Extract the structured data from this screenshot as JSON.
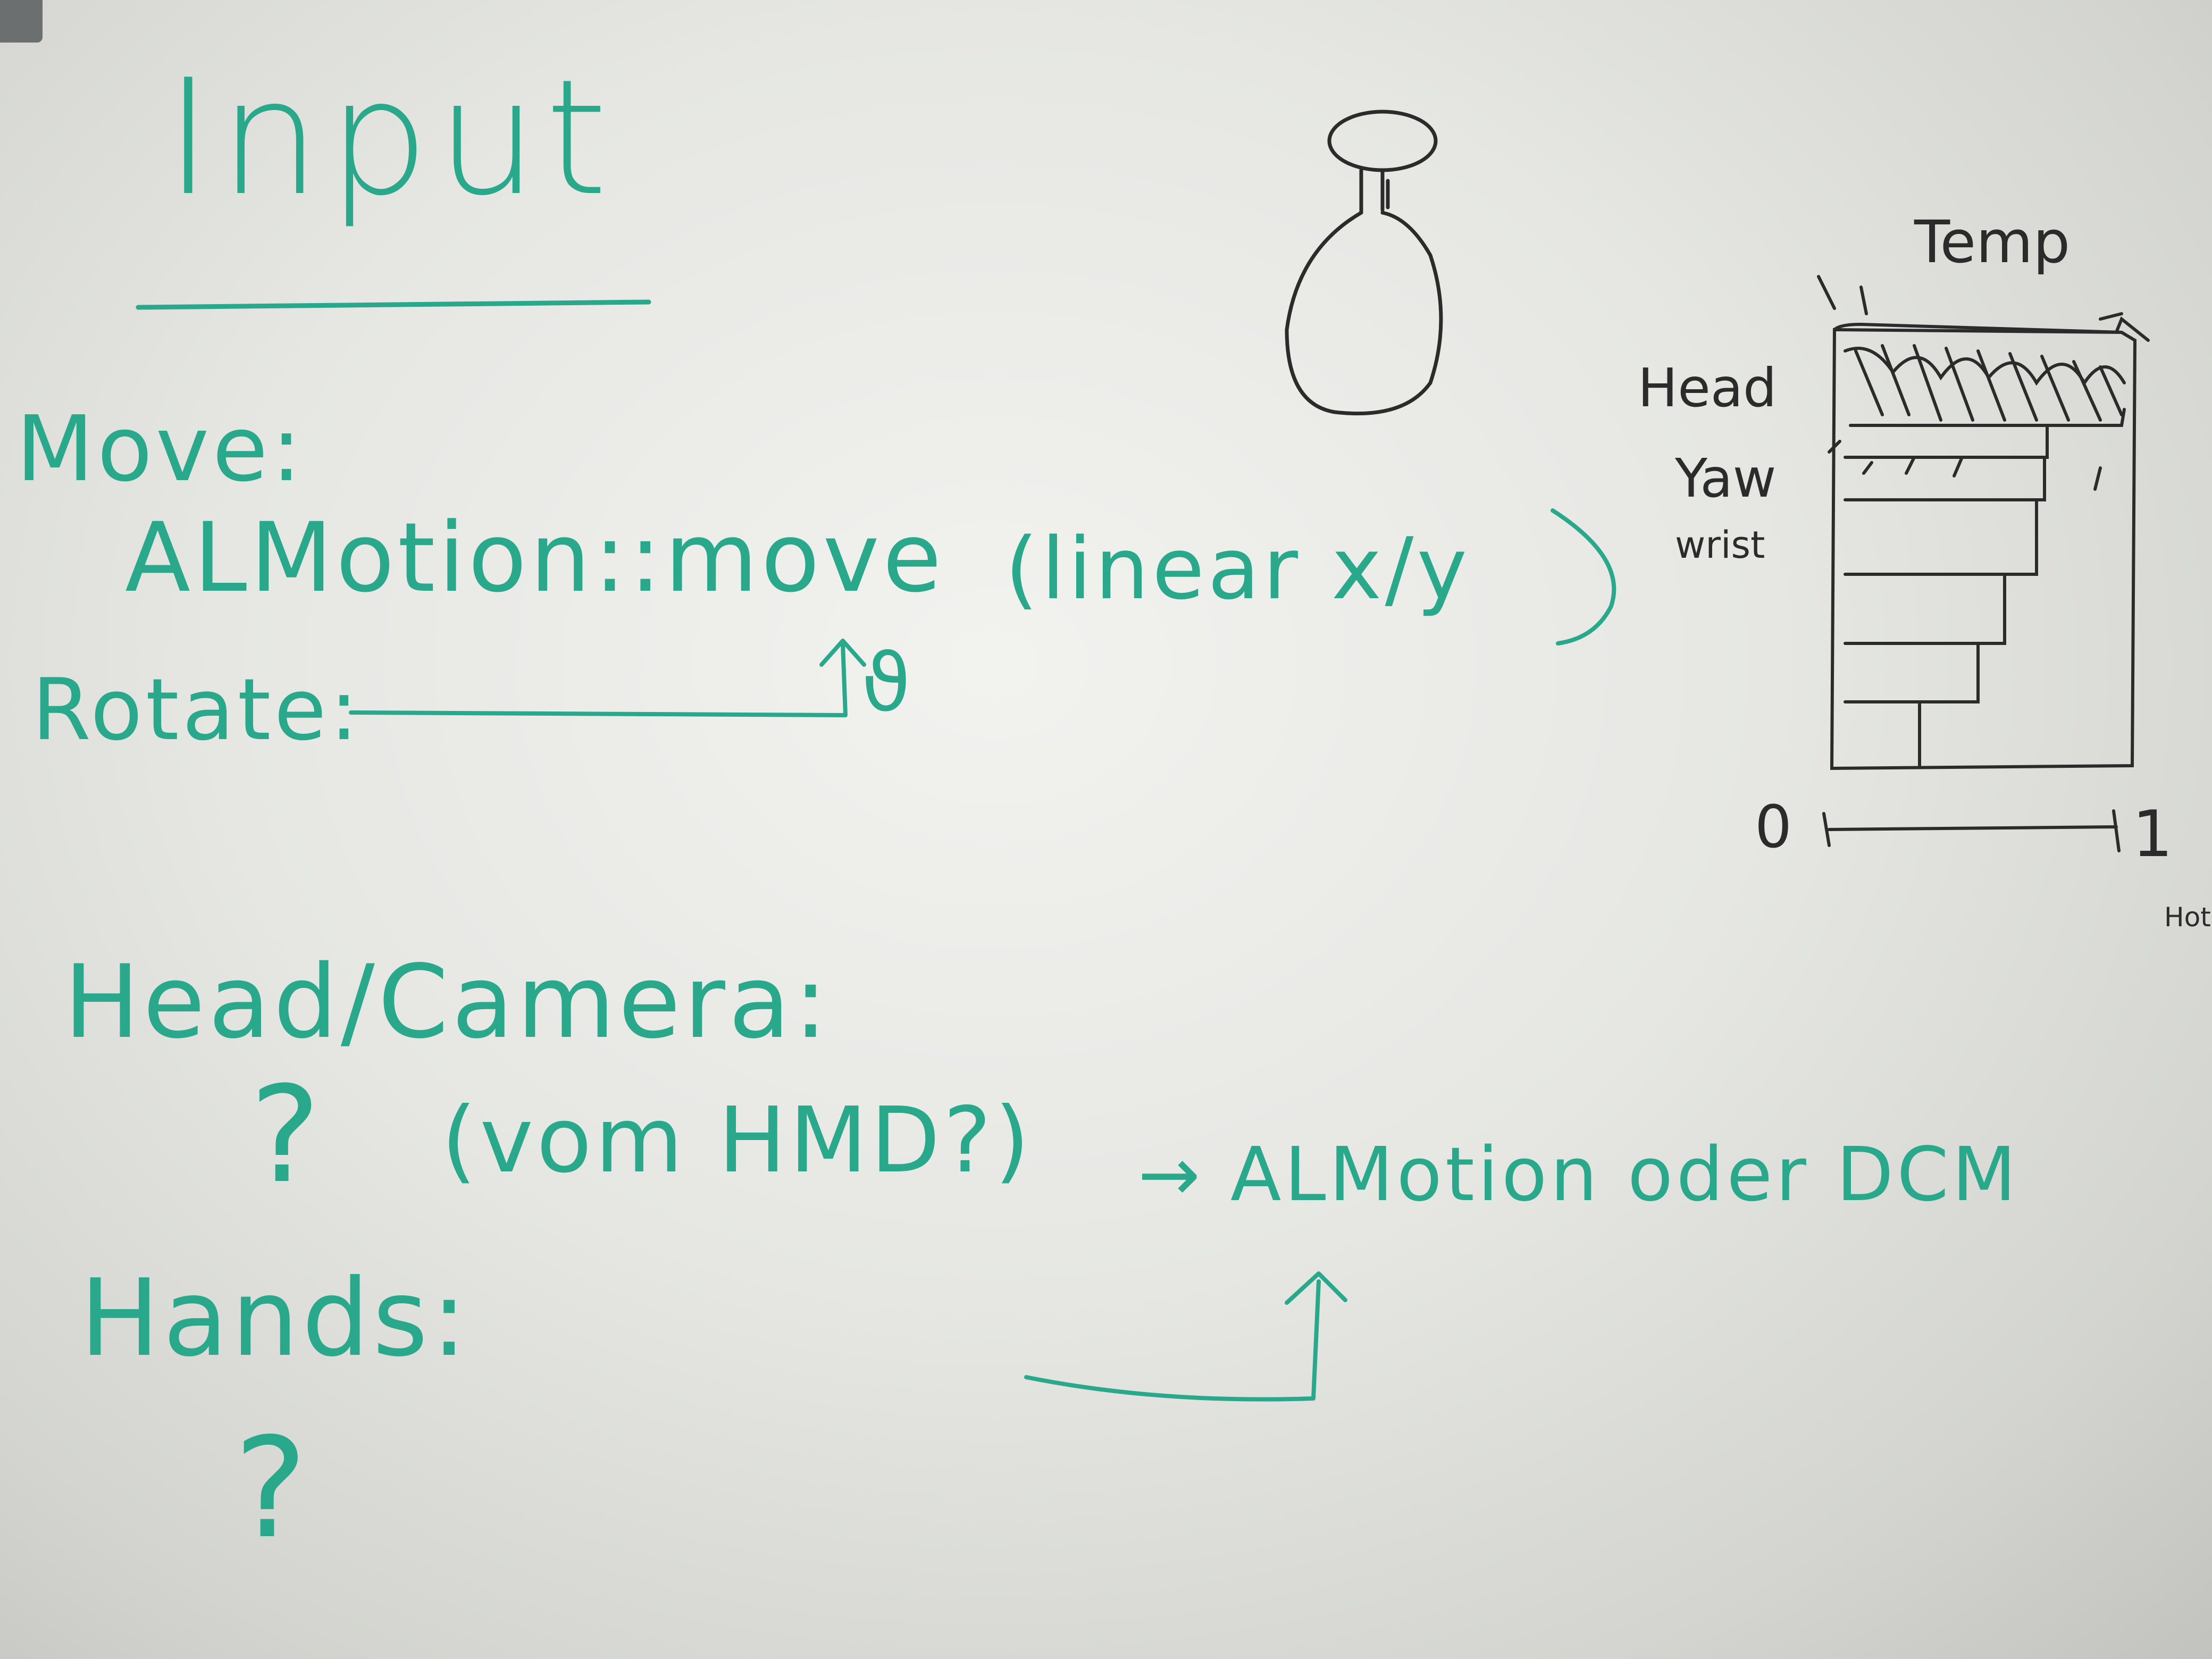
{
  "whiteboard": {
    "title": "Input",
    "move": {
      "label": "Move:",
      "command": "ALMotion::move",
      "note": "(linear x/y"
    },
    "rotate": {
      "label": "Rotate:",
      "symbol": "ϑ"
    },
    "head_camera": {
      "label": "Head/Camera:",
      "question": "?",
      "note": "(vom HMD?)",
      "target": "→ ALMotion oder DCM"
    },
    "hands": {
      "label": "Hands:",
      "question": "?"
    },
    "sketch": {
      "temp_label": "Temp",
      "head_label": "Head",
      "yaw_label": "Yaw",
      "wrist_label": "wrist",
      "axis_min": "0",
      "axis_max": "1",
      "axis_unit": "Hot"
    }
  },
  "colors": {
    "marker": "#2aa88c",
    "ink": "#2b2b2b"
  }
}
